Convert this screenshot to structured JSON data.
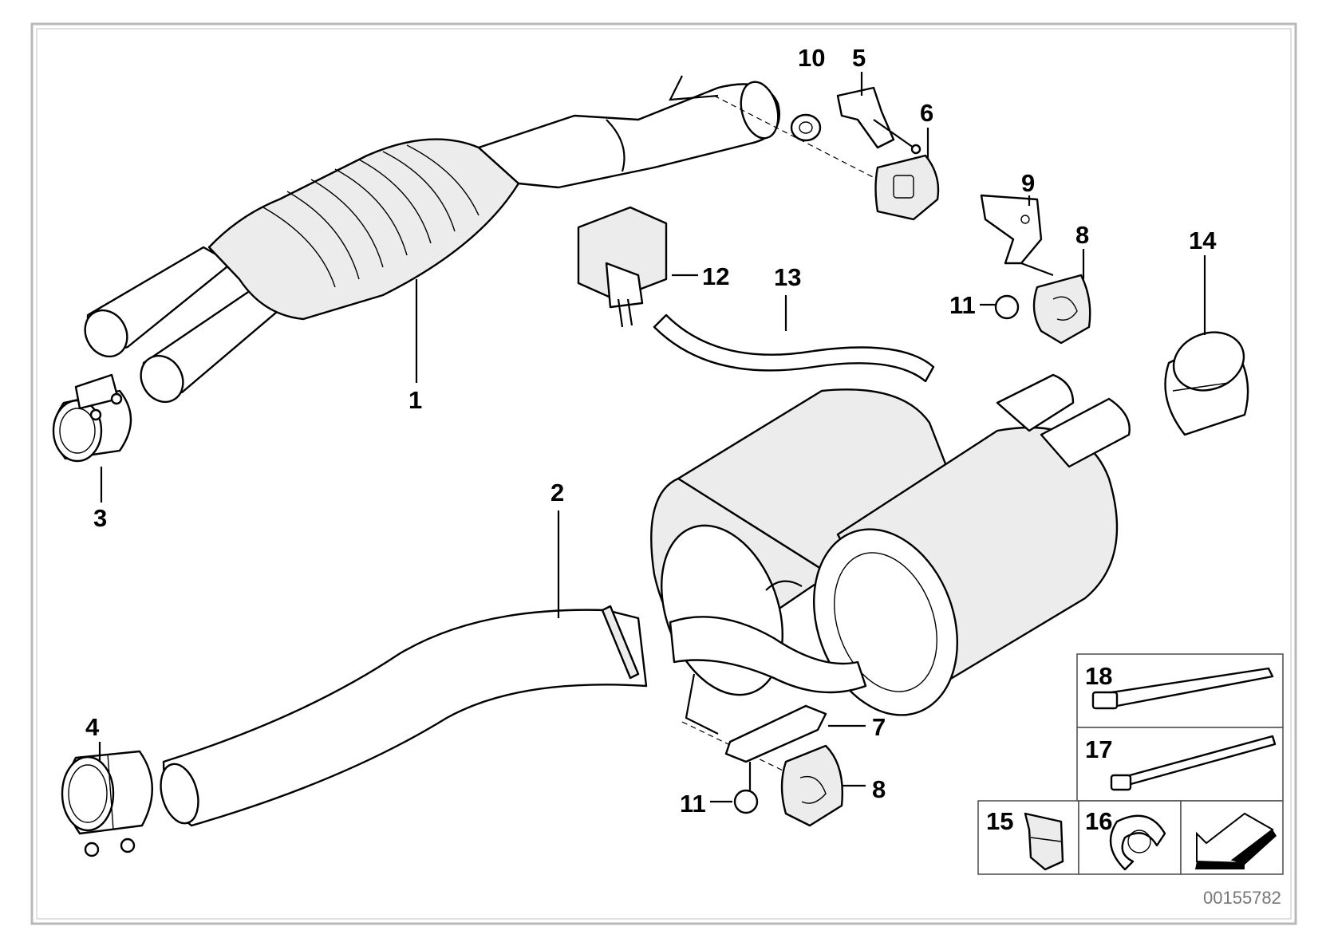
{
  "diagram": {
    "document_number": "00155782",
    "callouts": {
      "c1": "1",
      "c2": "2",
      "c3": "3",
      "c4": "4",
      "c5": "5",
      "c6": "6",
      "c7": "7",
      "c8a": "8",
      "c8b": "8",
      "c9": "9",
      "c10": "10",
      "c11a": "11",
      "c11b": "11",
      "c12": "12",
      "c13": "13",
      "c14": "14",
      "c15": "15",
      "c16": "16",
      "c17": "17",
      "c18": "18"
    }
  }
}
